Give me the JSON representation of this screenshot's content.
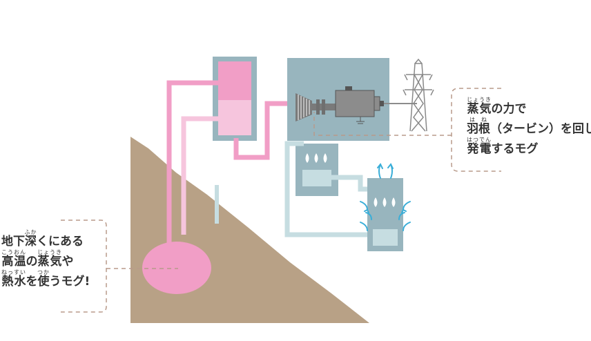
{
  "colors": {
    "ground": "#b8a186",
    "hot": "#f19ec6",
    "hot_light": "#f6c5dd",
    "cool": "#c6dde1",
    "box": "#98b5be",
    "box_dark": "#8aa8b1",
    "turbine": "#8c8c8c",
    "arrow": "#3aaed8",
    "dash": "#b89a8a"
  },
  "icons": [
    "turbine-icon",
    "generator-icon",
    "transmission-tower-icon",
    "water-drop-icon",
    "air-arrow-icon"
  ],
  "left_callout": {
    "lines": [
      [
        {
          "t": "地"
        },
        {
          "t": "下",
          "r": ""
        },
        {
          "t": "深",
          "r": "ふか"
        },
        {
          "t": "くにある"
        }
      ],
      [
        {
          "t": "高温",
          "r": "こうおん"
        },
        {
          "t": "の"
        },
        {
          "t": "蒸気",
          "r": "じょうき"
        },
        {
          "t": "や"
        }
      ],
      [
        {
          "t": "熱水",
          "r": "ねっすい"
        },
        {
          "t": "を"
        },
        {
          "t": "使",
          "r": "つか"
        },
        {
          "t": "うモグ!"
        }
      ]
    ]
  },
  "right_callout": {
    "lines": [
      [
        {
          "t": "蒸気",
          "r": "じょうき"
        },
        {
          "t": "の"
        },
        {
          "t": "力",
          "r": ""
        },
        {
          "t": "で"
        }
      ],
      [
        {
          "t": "羽",
          "r": "は"
        },
        {
          "t": "根",
          "r": "ね"
        },
        {
          "t": "（タービン）を回して"
        }
      ],
      [
        {
          "t": "発電",
          "r": "はつでん"
        },
        {
          "t": "するモグ"
        }
      ]
    ]
  }
}
